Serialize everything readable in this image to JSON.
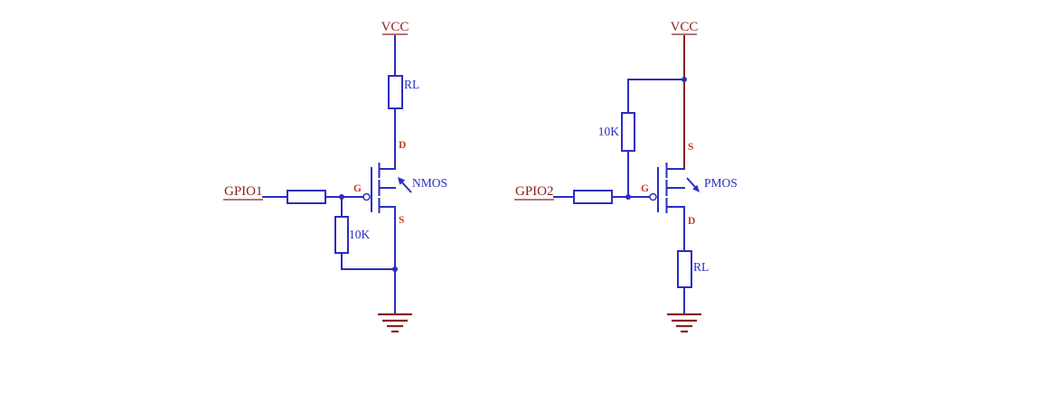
{
  "colors": {
    "wire_blue": "#2a2ec1",
    "power_dark_red": "#8b2020",
    "pin_label_red": "#c63b28",
    "background": "#ffffff"
  },
  "circuits": {
    "left": {
      "power_label": "VCC",
      "input_label": "GPIO1",
      "load_resistor_label": "RL",
      "pulldown_resistor_label": "10K",
      "transistor_label": "NMOS",
      "pins": {
        "drain": "D",
        "source": "S",
        "gate": "G"
      }
    },
    "right": {
      "power_label": "VCC",
      "input_label": "GPIO2",
      "pullup_resistor_label": "10K",
      "load_resistor_label": "RL",
      "transistor_label": "PMOS",
      "pins": {
        "source": "S",
        "drain": "D",
        "gate": "G"
      }
    }
  }
}
